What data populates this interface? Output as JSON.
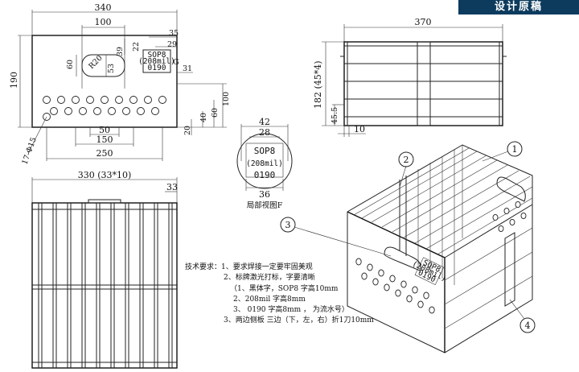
{
  "badge": "设计原稿",
  "front_view": {
    "dims": {
      "width_total": "340",
      "top_cutout": "100",
      "right_35": "35",
      "right_29": "29",
      "d_22": "22",
      "d_39": "39",
      "d_60": "60",
      "radius": "R20",
      "d_53": "53",
      "d_31": "31",
      "height_190": "190",
      "right_100": "100",
      "right_60": "60",
      "right_40": "40",
      "right_20": "20",
      "hole_spec": "17-Φ15",
      "bottom_50": "50",
      "bottom_150": "150",
      "bottom_250": "250"
    },
    "label": {
      "line1": "SOP8",
      "line2": "(208mil)",
      "line3": "0190",
      "tag": "G"
    }
  },
  "side_view": {
    "dims": {
      "width_370": "370",
      "height_182": "182 (45*4)",
      "d_45_5": "45.5",
      "d_10": "10"
    }
  },
  "top_view": {
    "dims": {
      "width": "330 (33*10)",
      "d_33": "33"
    }
  },
  "detail_view": {
    "d_42": "42",
    "d_28": "28",
    "d_36": "36",
    "label_line1": "SOP8",
    "label_line2": "(208mil)",
    "label_line3": "0190",
    "caption": "局部视图F"
  },
  "callouts": [
    "1",
    "2",
    "3",
    "4"
  ],
  "iso_label": {
    "line1": "SOP8",
    "line2": "(208mil)",
    "line3": "0190"
  },
  "notes": {
    "title": "技术要求：",
    "item1": "1、要求焊接一定要牢固美观",
    "item2": "2、标牌激光打标，字要清晰",
    "item2_1": "（1、黑体字，SOP8 字高10mm",
    "item2_2": "2、208mil  字高8mm",
    "item2_3": "3、 0190 字高8mm ， 为流水号）",
    "item3": "3、两边侧板 三边（下，左，右）折1刀10mm"
  }
}
